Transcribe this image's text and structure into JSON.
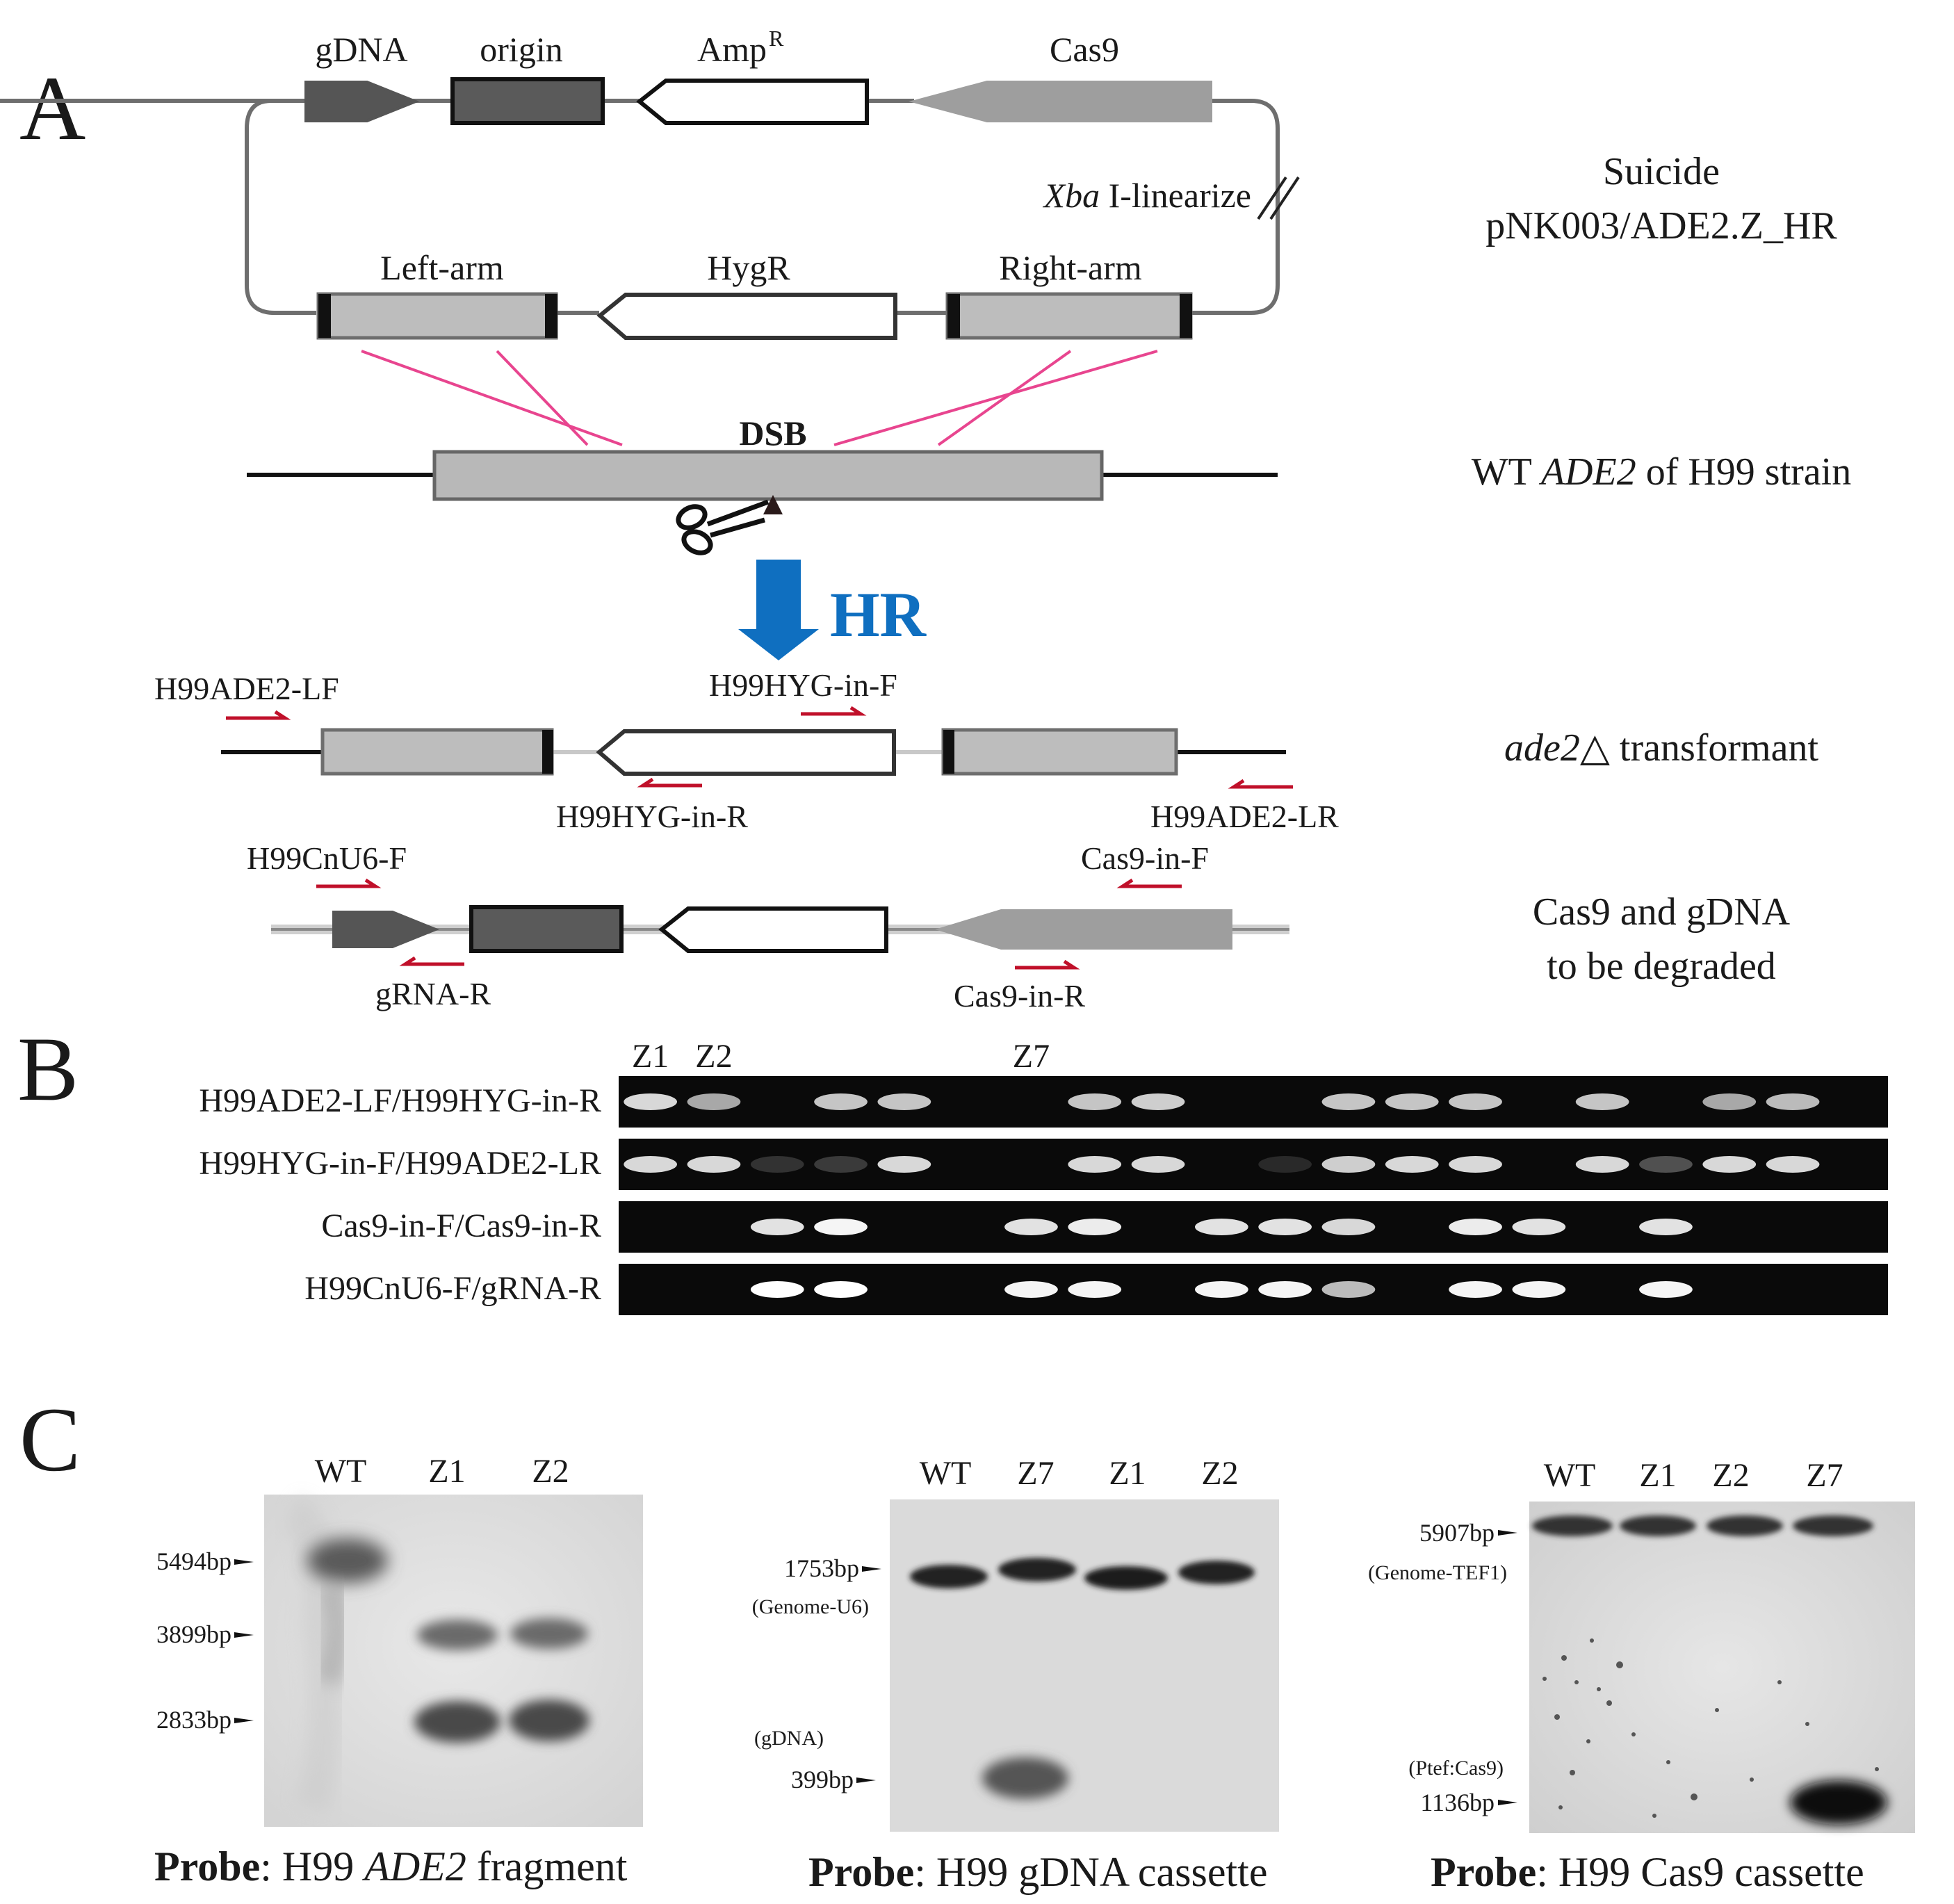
{
  "panels": {
    "a": "A",
    "b": "B",
    "c": "C"
  },
  "plasmid": {
    "top_elements": [
      "gDNA",
      "origin",
      "Amp",
      "Cas9"
    ],
    "amp_superscript": "R",
    "bottom_elements": [
      "Left-arm",
      "HygR",
      "Right-arm"
    ],
    "linearize_italic": "Xba",
    "linearize_rest": " I-linearize",
    "name_line1": "Suicide",
    "name_line2": "pNK003/ADE2.Z_HR"
  },
  "genome": {
    "dsb": "DSB",
    "label_pre": "WT ",
    "label_italic": "ADE2",
    "label_post": " of H99 strain"
  },
  "hr": {
    "label": "HR",
    "color": "#0f6fc0"
  },
  "transformant": {
    "primers": [
      "H99ADE2-LF",
      "H99HYG-in-F",
      "H99HYG-in-R",
      "H99ADE2-LR"
    ],
    "label_italic": "ade2",
    "label_rest": "△ transformant"
  },
  "degraded": {
    "primers": [
      "H99CnU6-F",
      "Cas9-in-F",
      "gRNA-R",
      "Cas9-in-R"
    ],
    "label_line1": "Cas9 and gDNA",
    "label_line2": "to be degraded"
  },
  "gel_b": {
    "lane_labels": [
      "Z1",
      "Z2",
      "Z7"
    ],
    "lane_label_positions": [
      1,
      2,
      7
    ],
    "lane_count": 20,
    "rows": [
      {
        "label": "H99ADE2-LF/H99HYG-in-R",
        "bands": [
          0.8,
          0.6,
          0,
          0.7,
          0.7,
          0,
          0,
          0.7,
          0.75,
          0,
          0,
          0.7,
          0.7,
          0.7,
          0,
          0.7,
          0,
          0.6,
          0.65,
          0
        ]
      },
      {
        "label": "H99HYG-in-F/H99ADE2-LR",
        "bands": [
          0.8,
          0.8,
          0.15,
          0.2,
          0.8,
          0,
          0,
          0.8,
          0.8,
          0,
          0.1,
          0.75,
          0.8,
          0.8,
          0,
          0.8,
          0.3,
          0.8,
          0.8,
          0
        ]
      },
      {
        "label": "Cas9-in-F/Cas9-in-R",
        "bands": [
          0,
          0,
          0.85,
          0.95,
          0,
          0,
          0.85,
          0.9,
          0,
          0.85,
          0.85,
          0.8,
          0,
          0.9,
          0.85,
          0,
          0.85,
          0,
          0,
          0
        ]
      },
      {
        "label": "H99CnU6-F/gRNA-R",
        "bands": [
          0,
          0,
          1.0,
          1.0,
          0,
          0,
          0.95,
          0.95,
          0,
          0.95,
          0.95,
          0.65,
          0,
          0.95,
          0.95,
          0,
          0.95,
          0,
          0,
          0
        ]
      }
    ]
  },
  "blots": [
    {
      "lanes": [
        "WT",
        "Z1",
        "Z2"
      ],
      "markers": [
        {
          "size": "5494bp",
          "note": ""
        },
        {
          "size": "3899bp",
          "note": ""
        },
        {
          "size": "2833bp",
          "note": ""
        }
      ],
      "probe_bold": "Probe",
      "probe_pre": ": H99 ",
      "probe_italic": "ADE2",
      "probe_post": " fragment"
    },
    {
      "lanes": [
        "WT",
        "Z7",
        "Z1",
        "Z2"
      ],
      "markers": [
        {
          "size": "1753bp",
          "note": "(Genome-U6)"
        },
        {
          "size": "399bp",
          "note": "(gDNA)"
        }
      ],
      "probe_bold": "Probe",
      "probe_pre": ": H99 gDNA cassette",
      "probe_italic": "",
      "probe_post": ""
    },
    {
      "lanes": [
        "WT",
        "Z1",
        "Z2",
        "Z7"
      ],
      "markers": [
        {
          "size": "5907bp",
          "note": "(Genome-TEF1)"
        },
        {
          "size": "1136bp",
          "note": "(Ptef:Cas9)"
        }
      ],
      "probe_bold": "Probe",
      "probe_pre": ": H99 Cas9 cassette",
      "probe_italic": "",
      "probe_post": ""
    }
  ],
  "colors": {
    "crossover": "#e8458f",
    "primer_arrow": "#c0102a",
    "gel_bg": "#0a0a0a",
    "band": "#f2f2f2"
  }
}
